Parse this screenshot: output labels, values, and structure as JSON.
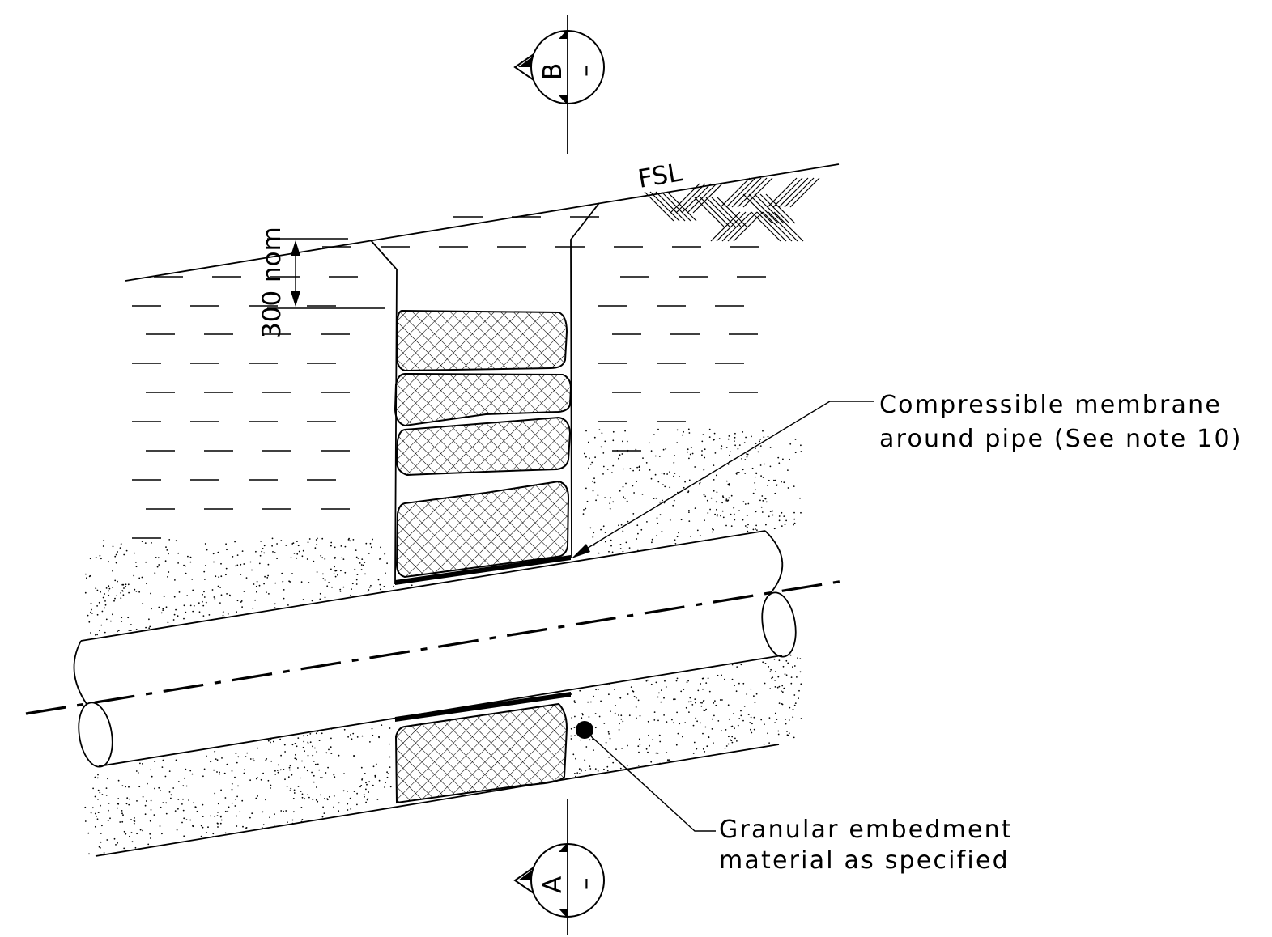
{
  "labels": {
    "fsl": "FSL",
    "dimension": "300 nom",
    "membrane_line1": "Compressible  membrane",
    "membrane_line2": "around  pipe  (See  note  10)",
    "granular_line1": "Granular  embedment",
    "granular_line2": "material  as  specified"
  },
  "section_markers": {
    "top": {
      "letter": "B",
      "sheet": "–"
    },
    "bottom": {
      "letter": "A",
      "sheet": "–"
    }
  },
  "colors": {
    "ink": "#000000",
    "background": "#ffffff"
  },
  "icons": {
    "section_marker": "section-cut-marker-icon",
    "leader_dot": "dot-icon"
  }
}
